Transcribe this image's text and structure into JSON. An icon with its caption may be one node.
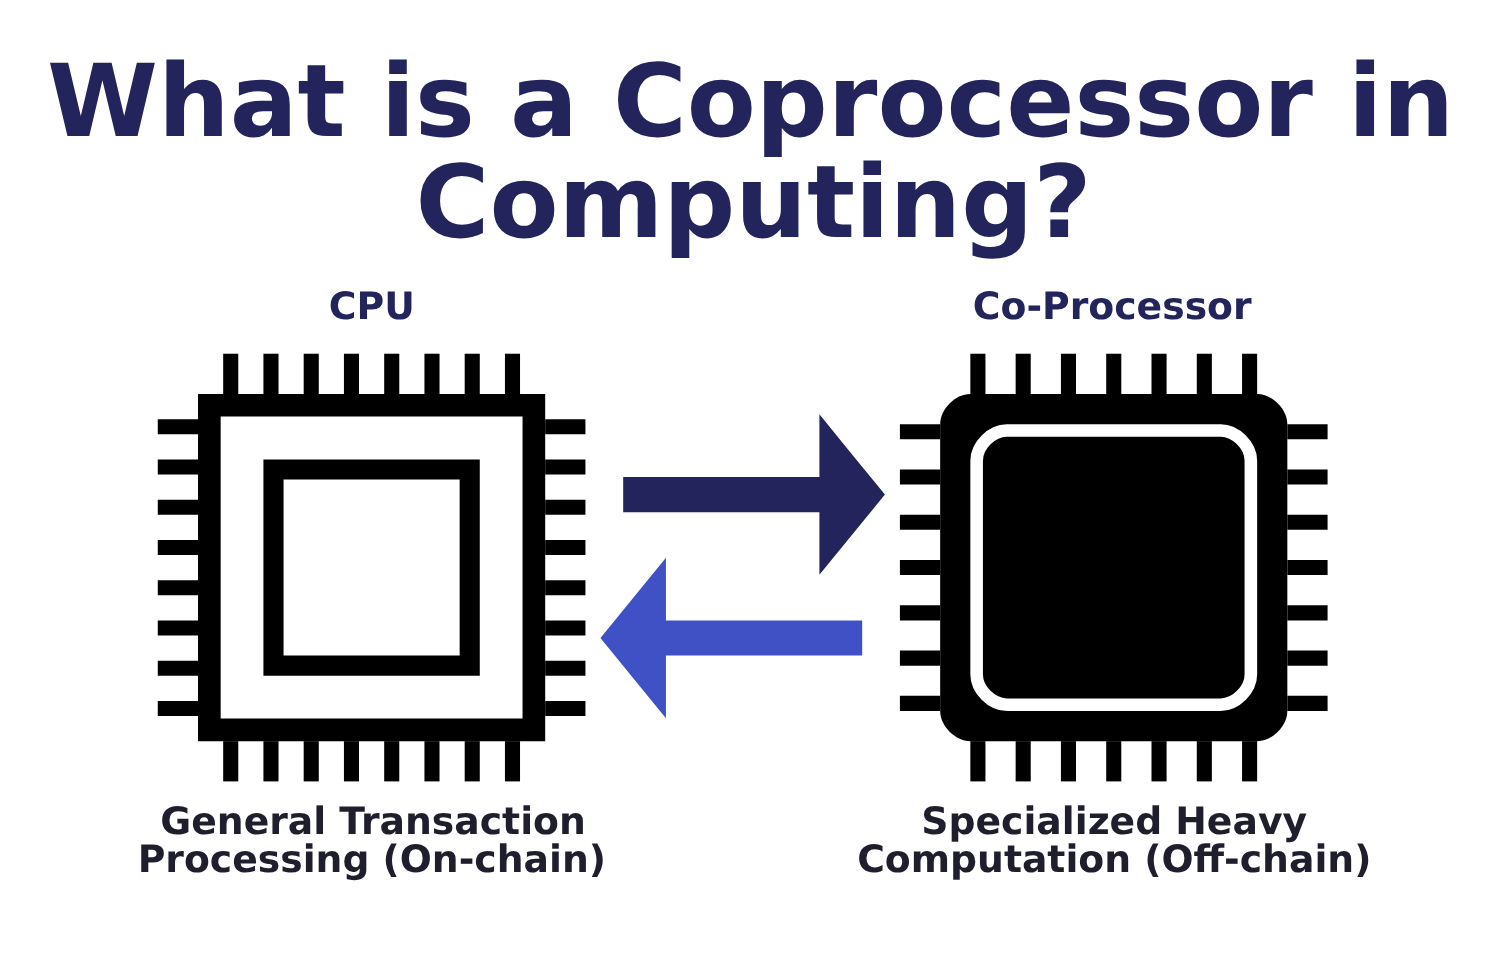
{
  "diagram": {
    "title": "What is a Coprocessor in Computing?",
    "nodes": [
      {
        "text": [
          "CPU"
        ],
        "beside": [
          "General Transaction Processing (On-chain)"
        ]
      },
      {
        "text": [
          "Co-Processor"
        ],
        "beside": [
          "Specialized Heavy Computation (Off-chain)"
        ]
      }
    ],
    "edges": [
      {
        "from": 0,
        "to": 1,
        "arrow": "to",
        "color": "#23245c"
      },
      {
        "from": 1,
        "to": 0,
        "arrow": "to",
        "color": "#3f51c4"
      }
    ]
  }
}
